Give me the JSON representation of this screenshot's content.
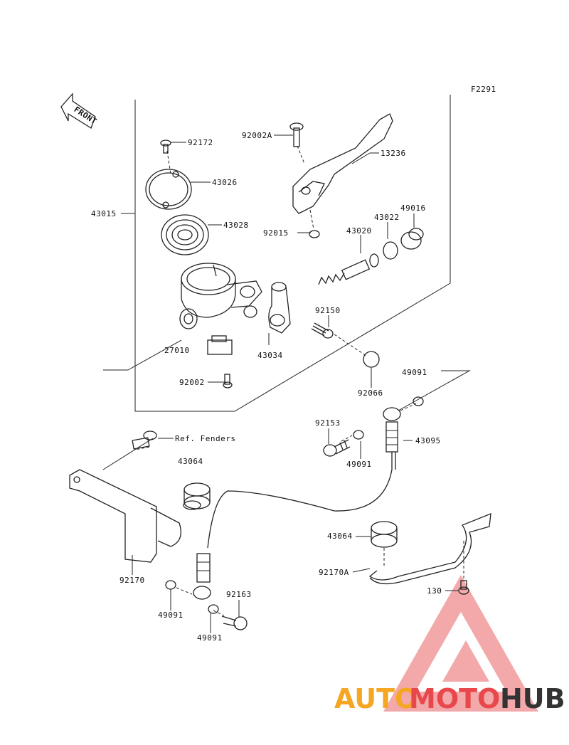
{
  "diagram": {
    "figure_code": "F2291",
    "front_marker": "FRONT",
    "labels": {
      "p92172": "92172",
      "p92002A": "92002A",
      "p13236": "13236",
      "p43026": "43026",
      "p43015": "43015",
      "p43028": "43028",
      "p92015": "92015",
      "p43020": "43020",
      "p43022": "43022",
      "p49016": "49016",
      "p92150": "92150",
      "p27010": "27010",
      "p43034": "43034",
      "p92002": "92002",
      "p92066": "92066",
      "p49091a": "49091",
      "p92153": "92153",
      "p43095": "43095",
      "p49091b": "49091",
      "pRef": "Ref. Fenders",
      "p43064a": "43064",
      "p43064b": "43064",
      "p92170": "92170",
      "p92170A": "92170A",
      "p130": "130",
      "p49091c": "49091",
      "p92163": "92163",
      "p49091d": "49091"
    }
  },
  "watermark": {
    "part1": "AUTO",
    "part2": "MOTO",
    "part3": "HUB",
    "colors": {
      "auto": "#f5a623",
      "moto": "#e8474c",
      "hub": "#333333",
      "triangle": "#f08080"
    }
  }
}
